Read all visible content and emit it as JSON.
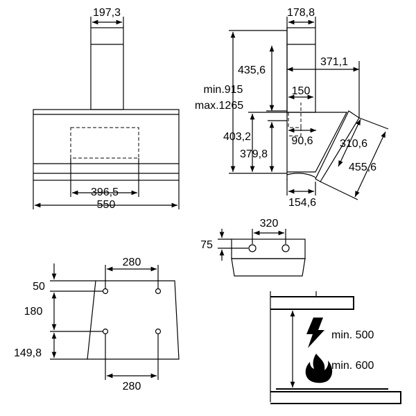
{
  "front_view": {
    "chimney_width": "197,3",
    "inner_width": "396,5",
    "total_width": "550"
  },
  "side_view": {
    "chimney_depth": "178,8",
    "chimney_height": "435,6",
    "depth_total": "371,1",
    "height_range_min": "min.915",
    "height_range_max": "max.1265",
    "offset_150": "150",
    "height_403": "403,2",
    "height_379": "379,8",
    "offset_90": "90,6",
    "panel_310": "310,6",
    "panel_455": "455,6",
    "base_depth": "154,6"
  },
  "bracket": {
    "hole_spacing": "320",
    "hole_height": "75"
  },
  "wall_template": {
    "top_spacing": "280",
    "bottom_spacing": "280",
    "offset_top": "50",
    "vertical_spacing": "180",
    "offset_bottom": "149,8"
  },
  "clearance": {
    "electric_min": "min. 500",
    "gas_min": "min. 600",
    "icons": [
      "lightning-icon",
      "flame-icon"
    ]
  }
}
